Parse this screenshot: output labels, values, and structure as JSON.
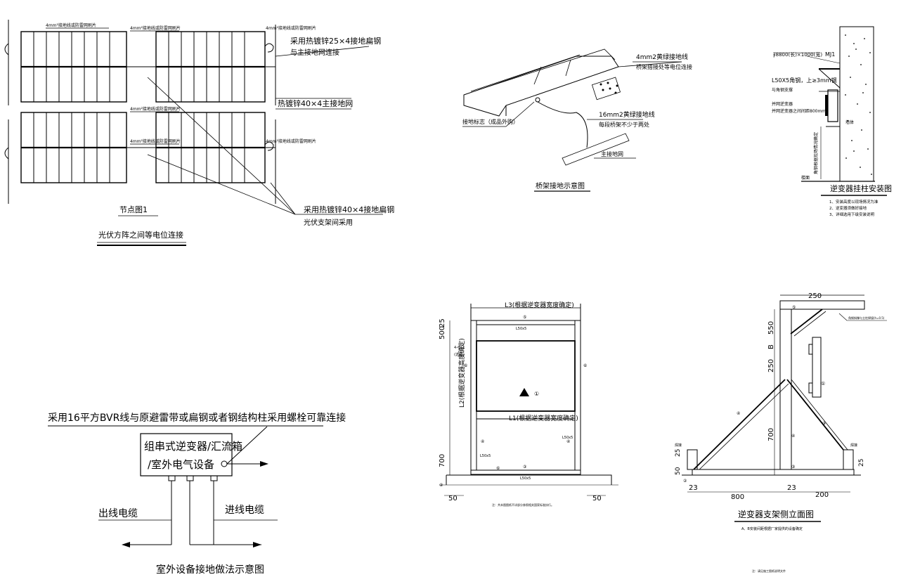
{
  "pv_array": {
    "strip_labels": [
      "4mm²接地线或防雷网刷片",
      "4mm²接地线或防雷网刷片",
      "4mm²接地线或防雷网刷片",
      "4mm²接地线或防雷网刷片",
      "4mm²接地线或防雷网刷片",
      "4mm²接地线或防雷网刷片"
    ],
    "callout_steel_1": "采用热镀锌25×4接地扁钢",
    "callout_steel_2": "与主接地网连接",
    "callout_main_grid": "热镀锌40×4主接地网",
    "callout_bracket_1": "采用热镀锌40×4接地扁钢",
    "callout_bracket_2": "光伏支架间采用",
    "node_title": "节点图1",
    "title": "光伏方阵之间等电位连接"
  },
  "tray": {
    "wire_4mm_1": "4mm2黄绿接地线",
    "wire_4mm_2": "桥架搭接处等电位连接",
    "ground_mark": "接地标志（成品外购）",
    "wire_16mm_1": "16mm2黄绿接地线",
    "wire_16mm_2": "每段桥架不少于两处",
    "main_grid": "主接地网",
    "title": "桥架接地示意图"
  },
  "inverter_wall": {
    "label_dim": "∮8800(长)×1000(宽)",
    "label_mj": "MJ1",
    "label_angle_1": "L50X5角钢，上≥3mm钢",
    "label_angle_2": "与角钢支撑",
    "label_inv_1": "并网逆变器",
    "label_inv_2": "并网逆变器之间间距800mm",
    "label_vertical": "角钢根据现场情况确定",
    "label_floor": "楼面",
    "label_right": "墙体",
    "title": "逆变器挂柱安装图",
    "notes": [
      "1、安装高度以现场情况为准",
      "2、逆变器须做好接地",
      "3、详细选用下级安装说明"
    ]
  },
  "outdoor": {
    "top_text": "采用16平方BVR线与原避雷带或扁钢或者钢结构柱采用螺栓可靠连接",
    "box_line1": "组串式逆变器/汇流箱",
    "box_line2": "/室外电气设备",
    "out_cable": "出线电缆",
    "in_cable": "进线电缆",
    "title": "室外设备接地做法示意图"
  },
  "front_frame": {
    "top_dim": "L3(根据逆变器宽度确定)",
    "l1": "L1(根据逆变器宽度确定)",
    "l2": "L2(根据逆变器高度确定)",
    "angle_label": "L50x5",
    "hole_label_1": "4-Φ11",
    "hole_label_2": "(选做)",
    "dim_500": "500",
    "dim_25": "25",
    "dim_700": "700",
    "dim_50": "50",
    "mark_1": "①",
    "mark_3": "③",
    "mark_4": "④",
    "mark_5": "⑤",
    "mark_6": "⑥",
    "mark_2": "②",
    "small_note": "注：共本图图纸不详部分参照相关国家标准执行。"
  },
  "side_frame": {
    "dim_250": "250",
    "dim_550": "550",
    "dim_b": "B",
    "dim_700": "700",
    "dim_50": "50",
    "dim_25": "25",
    "dim_800": "800",
    "dim_23": "23",
    "dim_200": "200",
    "mark_5": "⑤",
    "mark_1": "①",
    "mark_4": "④",
    "mark_9": "⑨",
    "mark_3": "③",
    "mark_2": "②",
    "side_note": "角钢斜撑与立柱焊接(h=0.5)",
    "weld": "焊接",
    "title": "逆变器支架侧立面图",
    "sub": "A、B安装间距根据厂家提供的设备确定",
    "foot_note": "注：请见施工图纸说明文件"
  }
}
